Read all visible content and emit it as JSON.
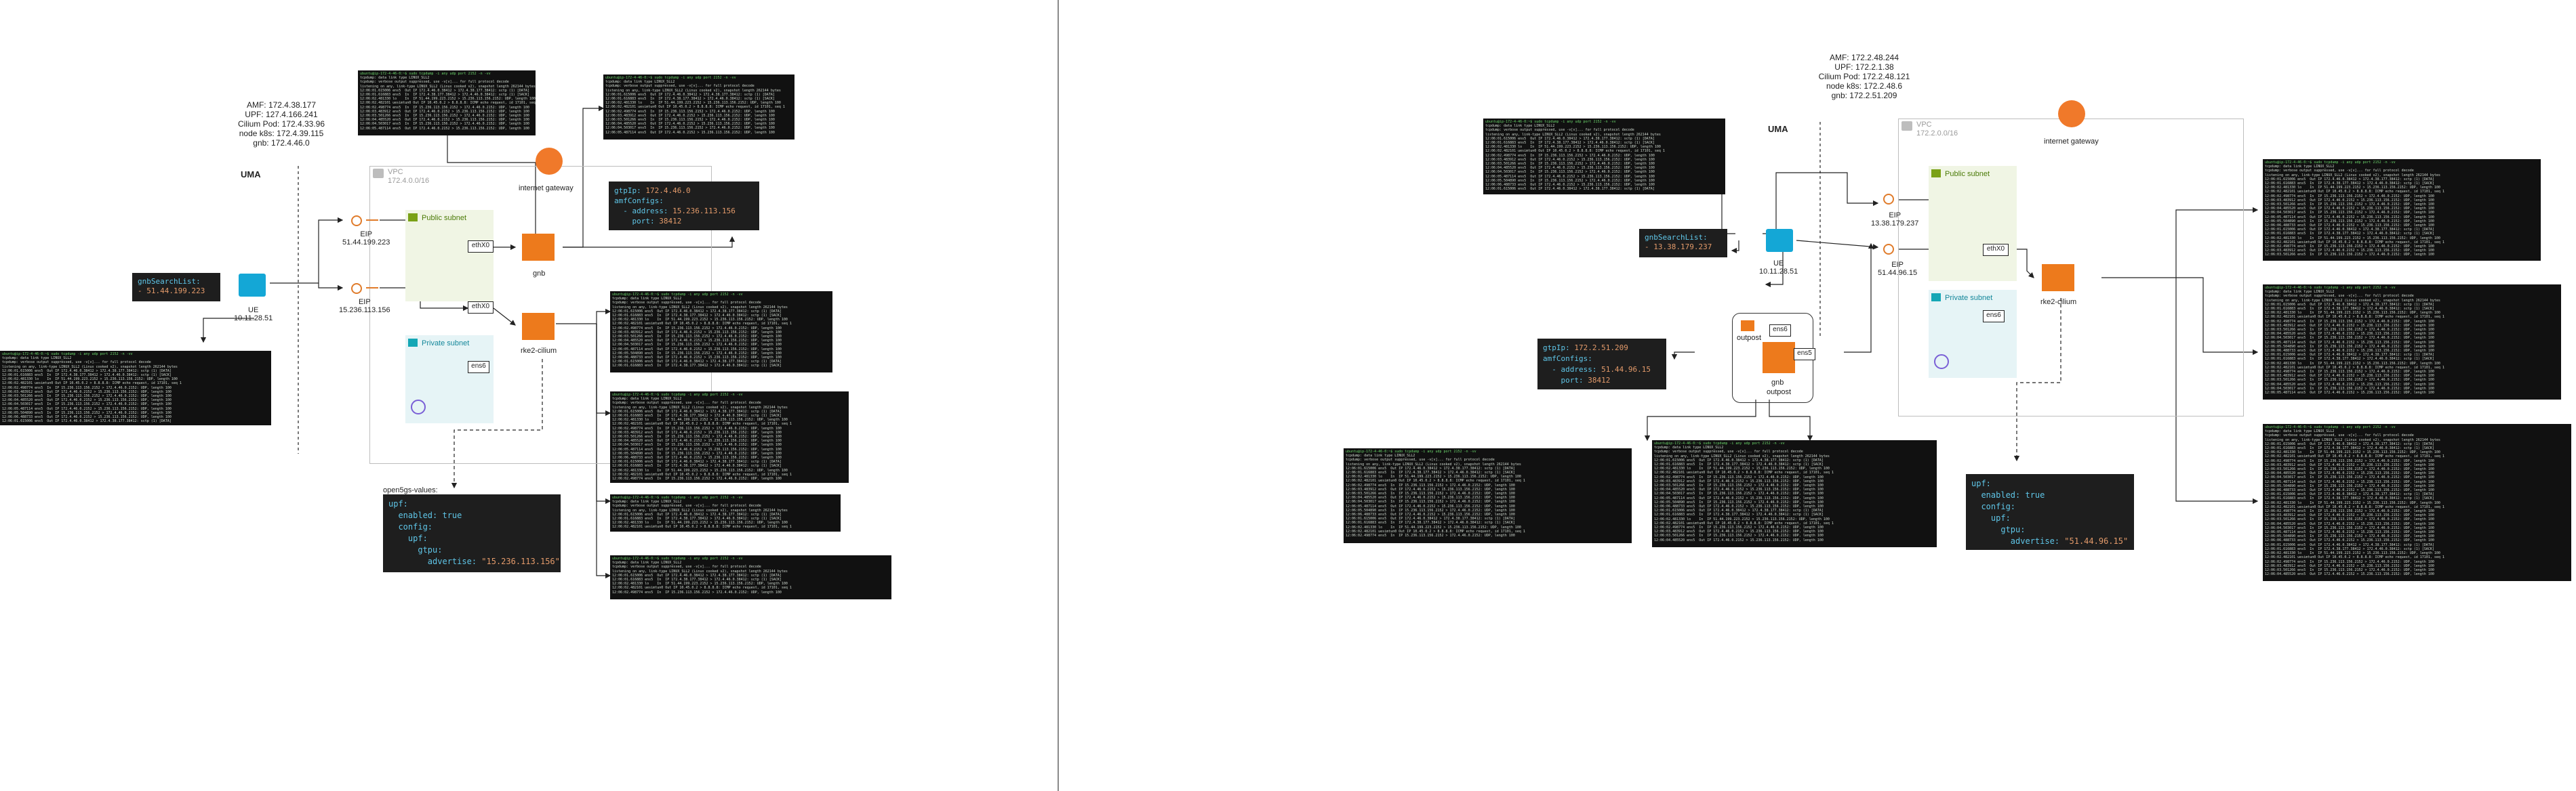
{
  "left": {
    "info": [
      "AMF: 172.4.38.177",
      "UPF: 127.4.166.241",
      "Cilium Pod: 172.4.33.96",
      "node k8s: 172.4.39.115",
      "gnb: 172.4.46.0"
    ],
    "uma": "UMA",
    "vpc": {
      "title": "VPC",
      "cidr": "172.4.0.0/16"
    },
    "public_subnet": "Public subnet",
    "private_subnet": "Private subnet",
    "internet_gateway": "internet gateway",
    "eip1": {
      "label": "EIP",
      "ip": "51.44.199.223"
    },
    "eip2": {
      "label": "EIP",
      "ip": "15.236.113.156"
    },
    "eni_top": "ethX0",
    "eni_mid": "ethX0",
    "eni_bottom": "ens6",
    "gnb": "gnb",
    "rke": "rke2-cilium",
    "ue": {
      "label": "UE",
      "ip": "10.11.28.51"
    },
    "gnb_search": {
      "key": "gnbSearchList:",
      "item": "- 51.44.199.223"
    },
    "gtp_cfg": {
      "k1": "gtpIp:",
      "v1": "172.4.46.0",
      "k2": "amfConfigs:",
      "k3": "- address:",
      "v3": "15.236.113.156",
      "k4": "port:",
      "v4": "38412"
    },
    "open5gs_label": "open5gs-values:",
    "open5gs": {
      "k1": "upf:",
      "k2": "enabled:",
      "v2": "true",
      "k3": "config:",
      "k4": "upf:",
      "k5": "gtpu:",
      "k6": "advertise:",
      "v6": "\"15.236.113.156\""
    }
  },
  "right": {
    "info": [
      "AMF: 172.2.48.244",
      "UPF: 172.2.1.38",
      "Cilium Pod: 172.2.48.121",
      "node k8s: 172.2.48.6",
      "gnb: 172.2.51.209"
    ],
    "uma": "UMA",
    "vpc": {
      "title": "VPC",
      "cidr": "172.2.0.0/16"
    },
    "public_subnet": "Public subnet",
    "private_subnet": "Private subnet",
    "internet_gateway": "internet gateway",
    "eip1": {
      "label": "EIP",
      "ip": "13.38.179.237"
    },
    "eip2": {
      "label": "EIP",
      "ip": "51.44.96.15"
    },
    "eni_top": "ethX0",
    "eni_bottom": "ens6",
    "rke": "rke2-cilium",
    "ue": {
      "label": "UE",
      "ip": "10.11.28.51"
    },
    "gnb_search": {
      "key": "gnbSearchList:",
      "item": "- 13.38.179.237"
    },
    "outpost": {
      "label": "outpost",
      "gnb": "gnb",
      "sub": "outpost",
      "eni_top": "ens6",
      "eni_right": "ens5"
    },
    "gtp_cfg": {
      "k1": "gtpIp:",
      "v1": "172.2.51.209",
      "k2": "amfConfigs:",
      "k3": "- address:",
      "v3": "51.44.96.15",
      "k4": "port:",
      "v4": "38412"
    },
    "upf_cfg": {
      "k1": "upf:",
      "k2": "enabled:",
      "v2": "true",
      "k3": "config:",
      "k4": "upf:",
      "k5": "gtpu:",
      "k6": "advertise:",
      "v6": "\"51.44.96.15\""
    }
  },
  "terminals": {
    "prompt": "ubuntu@ip-172-4-46-0:~$ sudo tcpdump -i any udp port 2152 -n -vv",
    "header1": "tcpdump: data link type LINUX_SLL2",
    "header2": "tcpdump: verbose output suppressed, use -v[v]... for full protocol decode",
    "header3": "listening on any, link-type LINUX_SLL2 (Linux cooked v2), snapshot length 262144 bytes",
    "rows": [
      "12:06:01.615006 ens5  Out IP 172.4.46.0.38412 > 172.4.38.177.38412: sctp (1) [DATA]",
      "12:06:01.616883 ens5  In  IP 172.4.38.177.38412 > 172.4.46.0.38412: sctp (1) [SACK]",
      "12:06:02.481330 lo    In  IP 51.44.199.223.2152 > 15.236.113.156.2152: UDP, length 100",
      "12:06:02.482101 uesimtun0 Out IP 10.45.0.2 > 8.8.8.8: ICMP echo request, id 17101, seq 1",
      "12:06:02.498774 ens5  In  IP 15.236.113.156.2152 > 172.4.46.0.2152: UDP, length 100",
      "12:06:03.483912 ens5  Out IP 172.4.46.0.2152 > 15.236.113.156.2152: UDP, length 100",
      "12:06:03.501266 ens5  In  IP 15.236.113.156.2152 > 172.4.46.0.2152: UDP, length 100",
      "12:06:04.485520 ens5  Out IP 172.4.46.0.2152 > 15.236.113.156.2152: UDP, length 100",
      "12:06:04.503017 ens5  In  IP 15.236.113.156.2152 > 172.4.46.0.2152: UDP, length 100",
      "12:06:05.487114 ens5  Out IP 172.4.46.0.2152 > 15.236.113.156.2152: UDP, length 100",
      "12:06:05.504890 ens5  In  IP 15.236.113.156.2152 > 172.4.46.0.2152: UDP, length 100",
      "12:06:06.488733 ens5  Out IP 172.4.46.0.2152 > 15.236.113.156.2152: UDP, length 100"
    ]
  }
}
